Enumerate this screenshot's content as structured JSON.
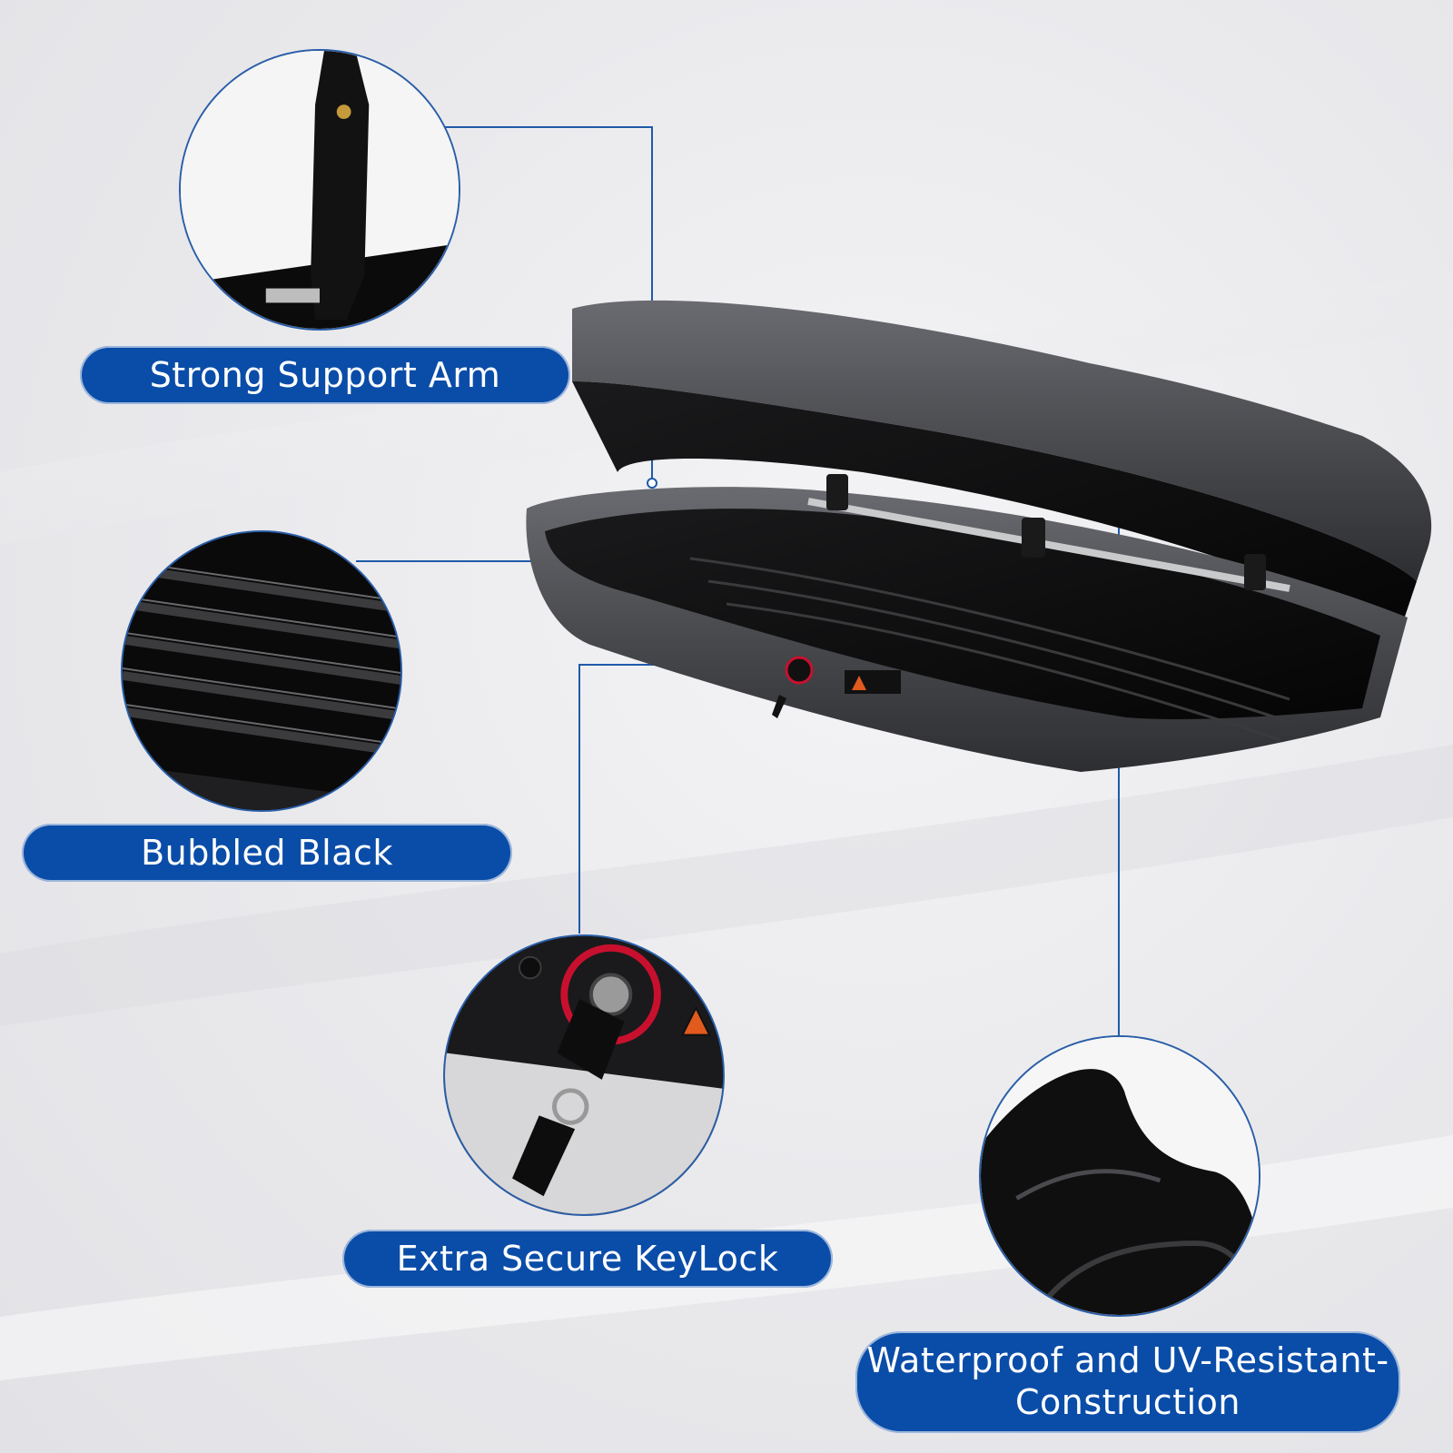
{
  "callouts": {
    "support_arm": {
      "label": "Strong Support Arm"
    },
    "bubbled_black": {
      "label": "Bubbled Black"
    },
    "keylock": {
      "label": "Extra Secure KeyLock"
    },
    "waterproof": {
      "label_line1": "Waterproof and UV-Resistant-",
      "label_line2": "Construction"
    }
  },
  "colors": {
    "label_bg": "#0a4da8",
    "label_text": "#ffffff",
    "connector": "#1f5aa8",
    "box_shell": "#4a4b4f",
    "box_interior": "#0c0c0d"
  },
  "icons": {
    "warning": "warning-triangle-icon",
    "key": "key-icon"
  }
}
